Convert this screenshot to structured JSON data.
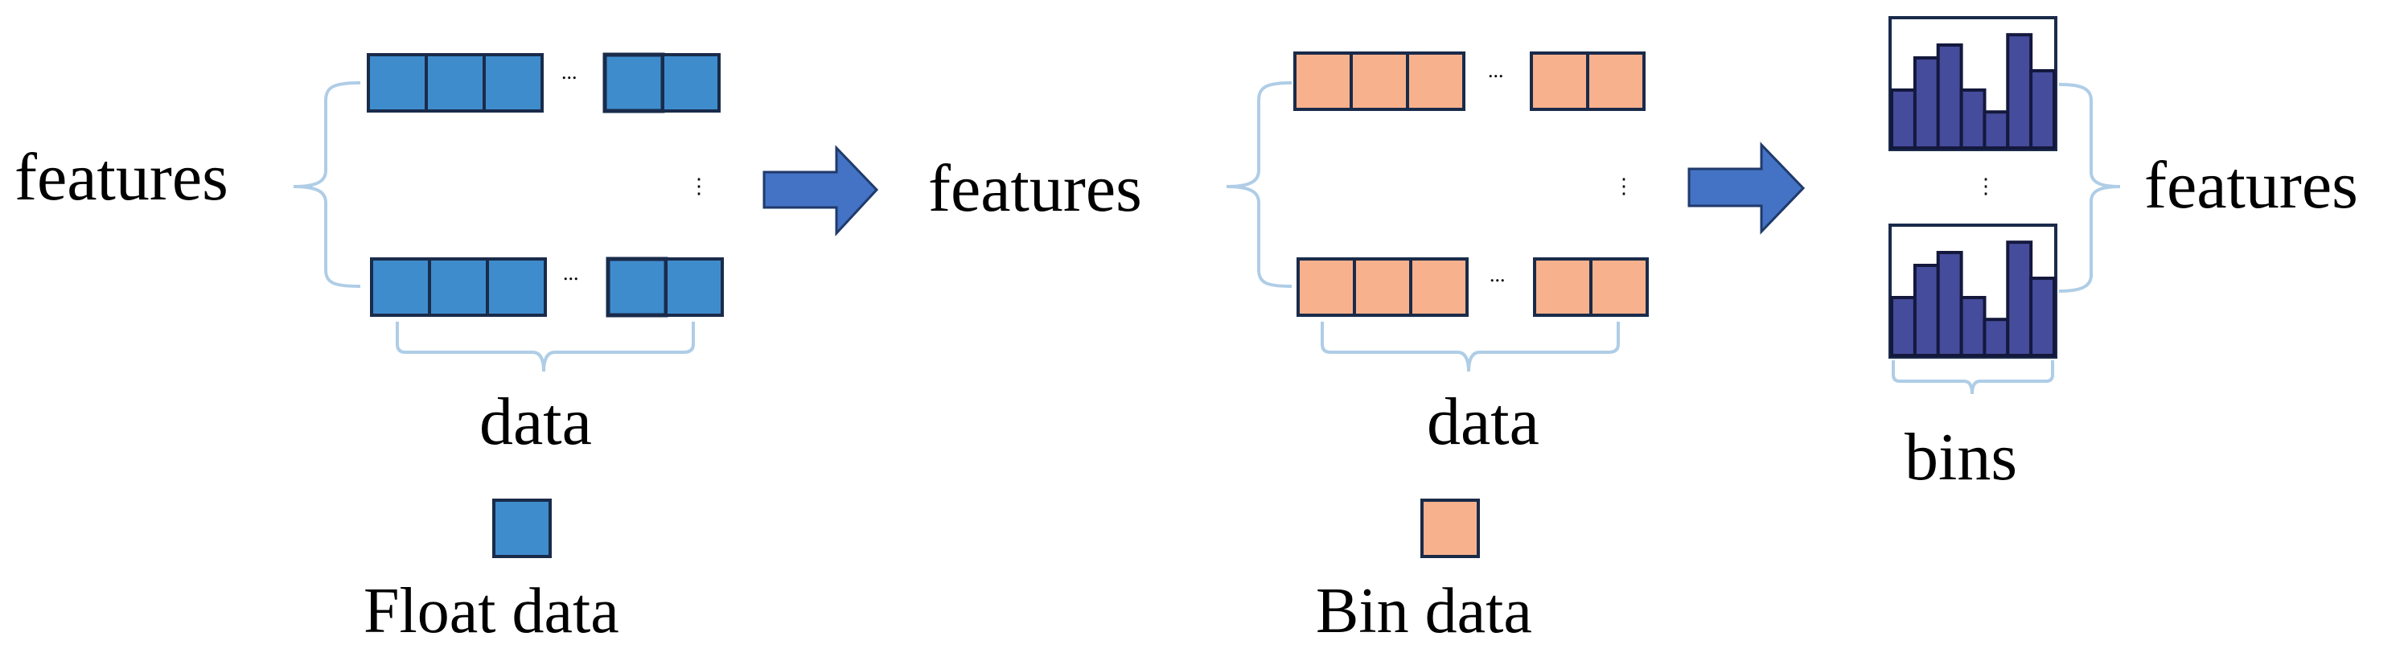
{
  "float_panel": {
    "label_features": "features",
    "label_data": "data",
    "cell_color": "#3F8CCD",
    "border_color": "#1A2B4A",
    "ellipsis": "...",
    "vertical_ellipsis": "⋮"
  },
  "bin_panel": {
    "label_features": "features",
    "label_data": "data",
    "cell_color": "#F8B18D",
    "border_color": "#1A2B4A",
    "ellipsis": "...",
    "vertical_ellipsis": "⋮"
  },
  "histogram_panel": {
    "label_features": "features",
    "label_bins": "bins",
    "bar_color": "#454C9B",
    "vertical_ellipsis": "⋮",
    "histogram_levels": [
      0.45,
      0.7,
      0.8,
      0.45,
      0.28,
      0.88,
      0.6
    ]
  },
  "legend": {
    "float_label": "Float data",
    "bin_label": "Bin data"
  },
  "colors": {
    "arrow": "#4472C4",
    "arrow_border": "#1F3A6B",
    "brace": "#AFCDE6"
  }
}
